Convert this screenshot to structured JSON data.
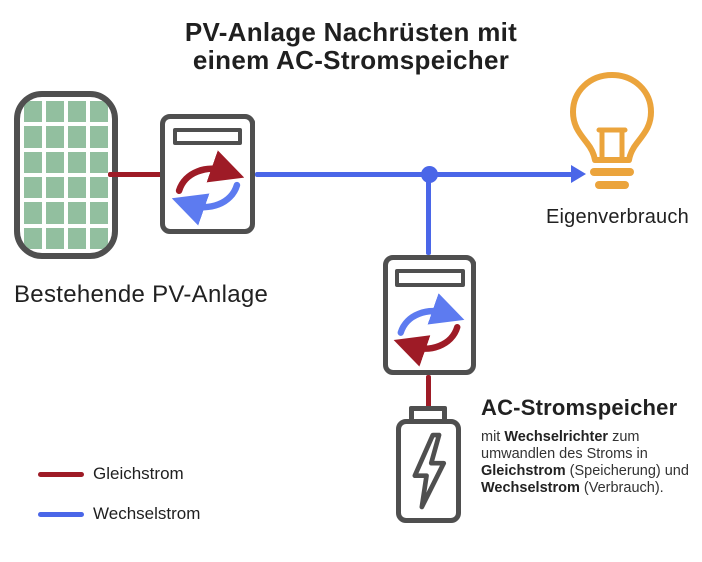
{
  "title": {
    "line1": "PV-Anlage Nachrüsten mit",
    "line2": "einem AC-Stromspeicher"
  },
  "pv_system": {
    "label": "Bestehende PV-Anlage"
  },
  "consumption": {
    "label": "Eigenverbrauch"
  },
  "storage": {
    "title": "AC-Stromspeicher",
    "description": {
      "segments": [
        {
          "text": "mit ",
          "bold": false
        },
        {
          "text": "Wechselrichter",
          "bold": true
        },
        {
          "text": " zum umwandlen des Stroms in ",
          "bold": false
        },
        {
          "text": "Gleichstrom",
          "bold": true
        },
        {
          "text": " (Speicherung) und ",
          "bold": false
        },
        {
          "text": "Wechselstrom",
          "bold": true
        },
        {
          "text": " (Verbrauch).",
          "bold": false
        }
      ]
    }
  },
  "legend": {
    "items": [
      {
        "label": "Gleichstrom",
        "color": "#9e1b26"
      },
      {
        "label": "Wechselstrom",
        "color": "#4a66e8"
      }
    ]
  },
  "icons": [
    "solar-panel-icon",
    "inverter-icon",
    "exchange-arrows-icon",
    "bulb-icon",
    "battery-icon",
    "lightning-icon"
  ],
  "colors": {
    "dc_red": "#9e1b26",
    "ac_blue": "#4a66e8",
    "arrow_blue": "#5d7bf0",
    "outline_gray": "#4f4f4f",
    "panel_green": "#92bf9f",
    "bulb_orange": "#eba43c",
    "text_dark": "#212121"
  }
}
